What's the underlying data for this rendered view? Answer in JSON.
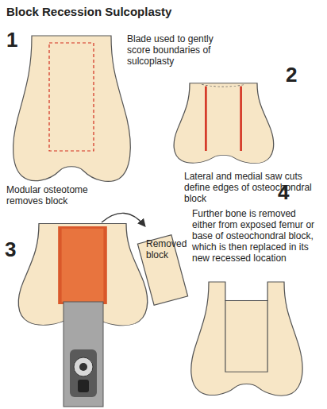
{
  "diagram": {
    "title": "Block Recession Sulcoplasty",
    "labels": [
      "1",
      "Blade used to gently score boundaries of sulcoplasty",
      "2",
      "Lateral and medial saw cuts define edges of osteochondral block",
      "Modular osteotome removes block",
      "Removed block",
      "3",
      "Further bone is removed either from exposed femur or base of osteochondral block, which is then replaced in its new recessed location",
      "4"
    ]
  }
}
